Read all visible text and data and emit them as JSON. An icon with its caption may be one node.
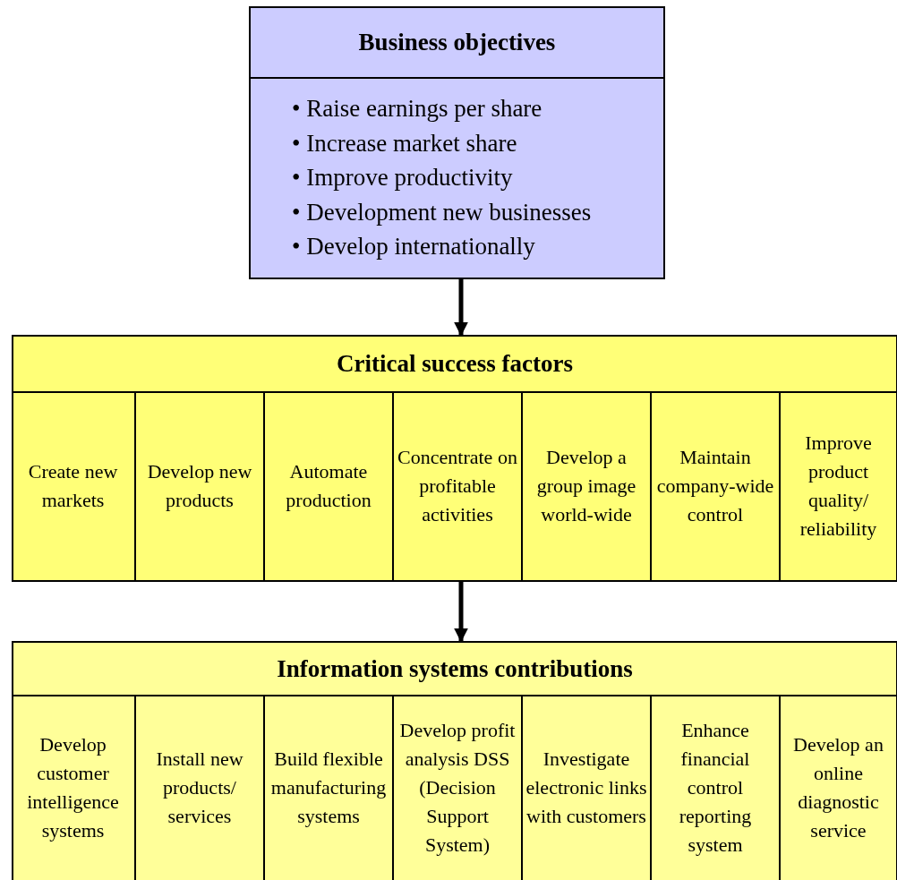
{
  "diagram": {
    "nodes": [
      {
        "text": [
          "Business objectives",
          "• Raise earnings per share",
          "• Increase market share",
          "• Improve productivity",
          "• Development new businesses",
          "• Develop internationally"
        ]
      },
      {
        "text": [
          "Critical success factors"
        ]
      },
      {
        "text": [
          "Create new markets"
        ],
        "in": 1
      },
      {
        "text": [
          "Develop new products"
        ],
        "in": 1
      },
      {
        "text": [
          "Automate production"
        ],
        "in": 1
      },
      {
        "text": [
          "Concentrate on profitable activities"
        ],
        "in": 1
      },
      {
        "text": [
          "Develop a group image world-wide"
        ],
        "in": 1
      },
      {
        "text": [
          "Maintain company-wide control"
        ],
        "in": 1
      },
      {
        "text": [
          "Improve product quality/ reliability"
        ],
        "in": 1
      },
      {
        "text": [
          "Information systems contributions"
        ]
      },
      {
        "text": [
          "Develop customer intelligence systems"
        ],
        "in": 9
      },
      {
        "text": [
          "Install new products/ services"
        ],
        "in": 9
      },
      {
        "text": [
          "Build flexible manufacturing systems"
        ],
        "in": 9
      },
      {
        "text": [
          "Develop profit analysis DSS (Decision Support System)"
        ],
        "in": 9
      },
      {
        "text": [
          "Investigate electronic links with customers"
        ],
        "in": 9
      },
      {
        "text": [
          "Enhance financial control reporting system"
        ],
        "in": 9
      },
      {
        "text": [
          "Develop an online diagnostic service"
        ],
        "in": 9
      }
    ],
    "edges": [
      {
        "from": 0,
        "to": 1,
        "arrow": "to"
      },
      {
        "from": 1,
        "to": 9,
        "arrow": "to"
      }
    ]
  }
}
